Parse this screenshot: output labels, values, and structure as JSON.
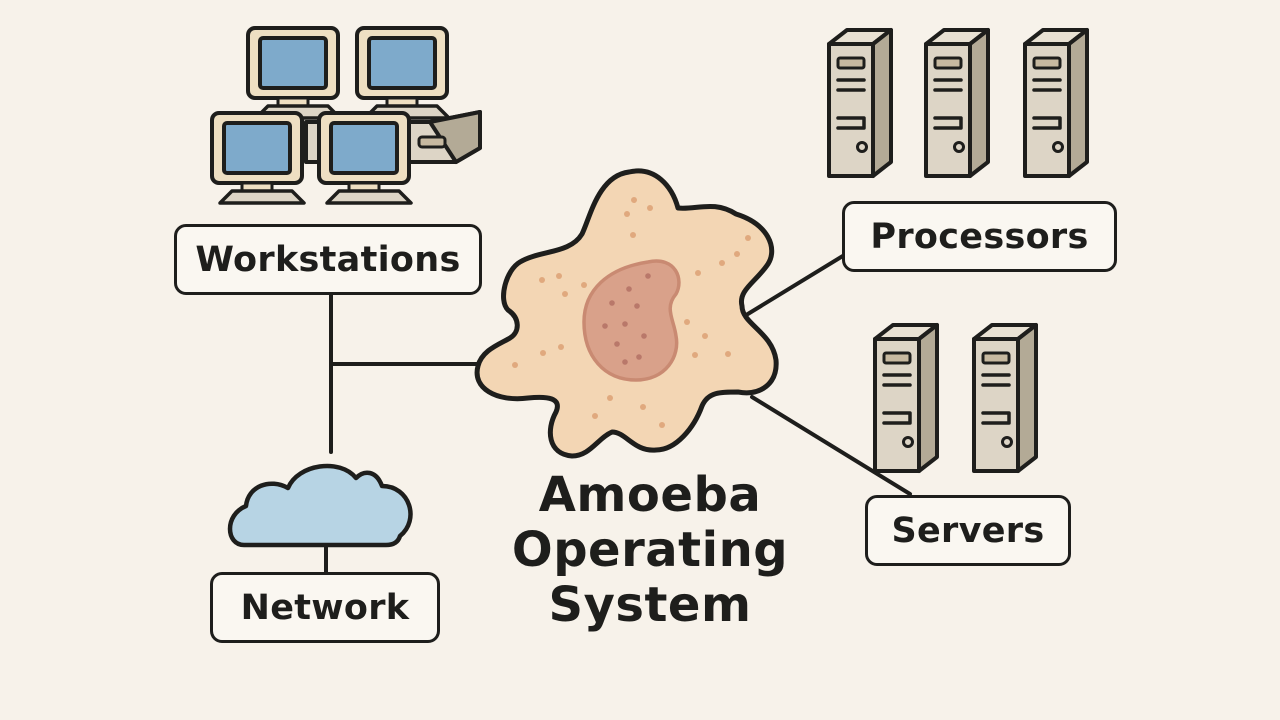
{
  "diagram": {
    "title_lines": [
      "Amoeba",
      "Operating",
      "System"
    ],
    "nodes": {
      "workstations": {
        "label": "Workstations",
        "icon": "desktop-computers-icon"
      },
      "processors": {
        "label": "Processors",
        "icon": "tower-servers-icon"
      },
      "servers": {
        "label": "Servers",
        "icon": "tower-servers-icon"
      },
      "network": {
        "label": "Network",
        "icon": "cloud-icon"
      },
      "center": {
        "icon": "amoeba-icon"
      }
    },
    "edges": [
      {
        "from": "workstations",
        "to": "network"
      },
      {
        "from": "workstations",
        "to": "center"
      },
      {
        "from": "center",
        "to": "processors"
      },
      {
        "from": "center",
        "to": "servers"
      }
    ],
    "colors": {
      "background": "#f7f2ea",
      "stroke": "#1e1e1c",
      "monitor_bezel": "#eedfc2",
      "monitor_screen": "#7eaacb",
      "server_face": "#ddd5c6",
      "server_side": "#b3aa96",
      "amoeba_body": "#f3d6b4",
      "amoeba_nucleus": "#d9a18a",
      "cloud": "#b7d4e4"
    }
  }
}
